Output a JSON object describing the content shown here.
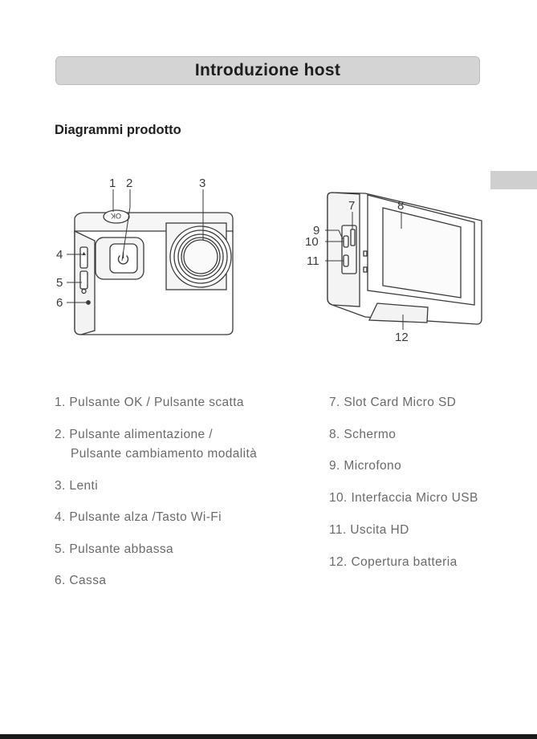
{
  "header": {
    "title": "Introduzione host"
  },
  "section": {
    "title": "Diagrammi prodotto"
  },
  "callouts": {
    "front": [
      "1",
      "2",
      "3",
      "4",
      "5",
      "6"
    ],
    "back": [
      "7",
      "8",
      "9",
      "10",
      "11",
      "12"
    ]
  },
  "legend_left": [
    {
      "line1": "1. Pulsante OK / Pulsante scatta"
    },
    {
      "line1": "2. Pulsante alimentazione /",
      "line2": "Pulsante cambiamento modalità"
    },
    {
      "line1": "3. Lenti"
    },
    {
      "line1": "4. Pulsante alza /Tasto Wi-Fi"
    },
    {
      "line1": "5. Pulsante abbassa"
    },
    {
      "line1": "6. Cassa"
    }
  ],
  "legend_right": [
    {
      "line1": "7. Slot Card Micro SD"
    },
    {
      "line1": "8. Schermo"
    },
    {
      "line1": "9. Microfono"
    },
    {
      "line1": "10. Interfaccia Micro USB"
    },
    {
      "line1": "11. Uscita HD"
    },
    {
      "line1": "12. Copertura batteria"
    }
  ],
  "front_button_label": "OK"
}
